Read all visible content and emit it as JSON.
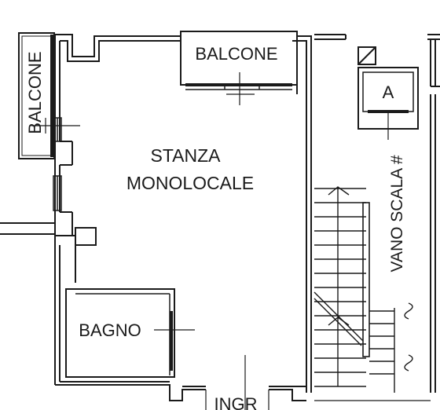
{
  "rooms": {
    "balcone_left": "BALCONE",
    "balcone_top": "BALCONE",
    "stanza_line1": "STANZA",
    "stanza_line2": "MONOLOCALE",
    "bagno": "BAGNO",
    "ingresso": "INGR",
    "vano_scala": "VANO SCALA #",
    "ascensore": "A"
  },
  "colors": {
    "ink": "#1a1a1a",
    "paper": "#ffffff"
  }
}
